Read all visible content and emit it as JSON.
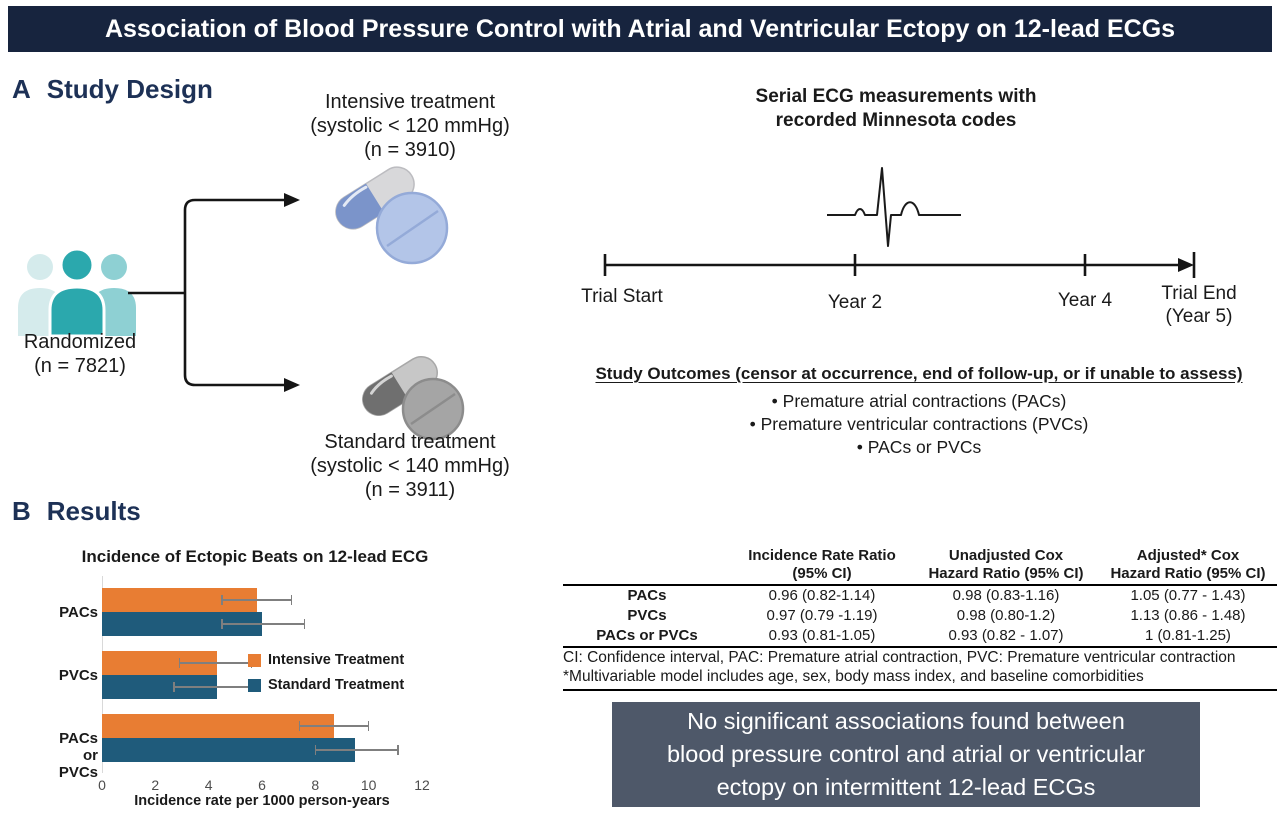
{
  "banner": {
    "title": "Association of Blood Pressure Control with Atrial and Ventricular Ectopy on 12-lead ECGs"
  },
  "panel_a": {
    "label": "A",
    "title": "Study Design",
    "randomized_label": "Randomized\n(n = 7821)",
    "intensive_label": "Intensive treatment\n(systolic < 120 mmHg)\n(n = 3910)",
    "standard_label": "Standard treatment\n(systolic < 140 mmHg)\n(n = 3911)",
    "ecg_heading": "Serial ECG measurements with\nrecorded Minnesota codes",
    "timeline_labels": [
      "Trial Start",
      "Year 2",
      "Year 4",
      "Trial End\n(Year 5)"
    ],
    "outcomes_heading": "Study Outcomes (censor at occurrence, end of follow-up, or if unable to assess)",
    "outcomes": [
      "Premature atrial contractions (PACs)",
      "Premature ventricular contractions (PVCs)",
      "PACs or PVCs"
    ]
  },
  "panel_b": {
    "label": "B",
    "title": "Results"
  },
  "chart_data": {
    "type": "bar",
    "orientation": "horizontal",
    "title": "Incidence of Ectopic Beats on 12-lead ECG",
    "categories": [
      "PACs",
      "PVCs",
      "PACs or PVCs"
    ],
    "series": [
      {
        "name": "Intensive Treatment",
        "color": "#e87d33",
        "values": [
          5.8,
          4.3,
          8.7
        ],
        "ci_low": [
          4.5,
          2.9,
          7.4
        ],
        "ci_high": [
          7.1,
          5.6,
          10.0
        ]
      },
      {
        "name": "Standard Treatment",
        "color": "#1f5b7b",
        "values": [
          6.0,
          4.3,
          9.5
        ],
        "ci_low": [
          4.5,
          2.7,
          8.0
        ],
        "ci_high": [
          7.6,
          5.9,
          11.1
        ]
      }
    ],
    "xlabel": "Incidence rate per 1000 person-years",
    "xlim": [
      0,
      12
    ],
    "xticks": [
      0,
      2,
      4,
      6,
      8,
      10,
      12
    ],
    "grid": false,
    "legend_position": "inside-right"
  },
  "table": {
    "col_headers": [
      "Incidence Rate Ratio\n(95% CI)",
      "Unadjusted Cox\nHazard Ratio (95% CI)",
      "Adjusted* Cox\nHazard Ratio (95% CI)"
    ],
    "rows": [
      {
        "label": "PACs",
        "values": [
          "0.96 (0.82-1.14)",
          "0.98 (0.83-1.16)",
          "1.05 (0.77 - 1.43)"
        ]
      },
      {
        "label": "PVCs",
        "values": [
          "0.97 (0.79 -1.19)",
          "0.98 (0.80-1.2)",
          "1.13 (0.86 - 1.48)"
        ]
      },
      {
        "label": "PACs or PVCs",
        "values": [
          "0.93 (0.81-1.05)",
          "0.93 (0.82 - 1.07)",
          "1 (0.81-1.25)"
        ]
      }
    ],
    "footnotes": "CI: Confidence interval, PAC: Premature atrial contraction, PVC: Premature ventricular contraction\n*Multivariable model includes age, sex, body mass index, and baseline comorbidities"
  },
  "conclusion": {
    "text": "No significant associations found between\nblood pressure control and atrial or ventricular\nectopy on intermittent 12-lead ECGs"
  },
  "colors": {
    "banner_bg": "#17243e",
    "heading_navy": "#1d3156",
    "box_bg": "#4e5869",
    "intensive_orange": "#e87d33",
    "standard_blue": "#1f5b7b",
    "people_teal": "#2ba8ad"
  }
}
